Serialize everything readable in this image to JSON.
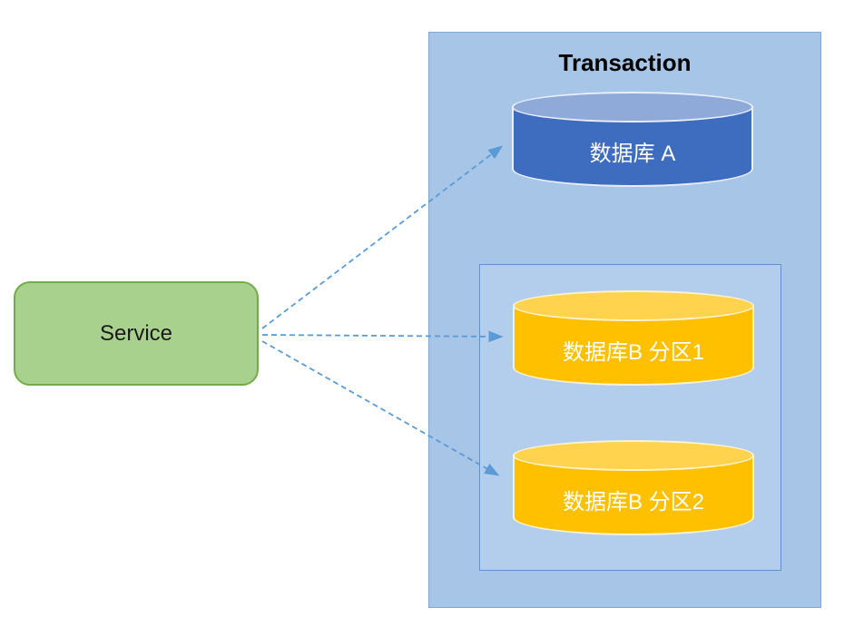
{
  "diagram": {
    "service": {
      "label": "Service"
    },
    "transaction": {
      "title": "Transaction",
      "database_a": {
        "label": "数据库 A",
        "color": "#4472C4"
      },
      "partition_group": {
        "partitions": [
          {
            "label": "数据库B 分区1",
            "color": "#FFC000"
          },
          {
            "label": "数据库B 分区2",
            "color": "#FFC000"
          }
        ]
      }
    },
    "colors": {
      "transaction_fill": "#A6C5E7",
      "transaction_border": "#7FA8D4",
      "partition_box_fill": "#B3CDEC",
      "partition_box_border": "#5E92CC",
      "service_fill": "#A9D18E",
      "service_border": "#70AD47",
      "database_a_fill": "#4472C4",
      "database_b_fill": "#FFC000",
      "arrow": "#5B9BD5"
    }
  }
}
